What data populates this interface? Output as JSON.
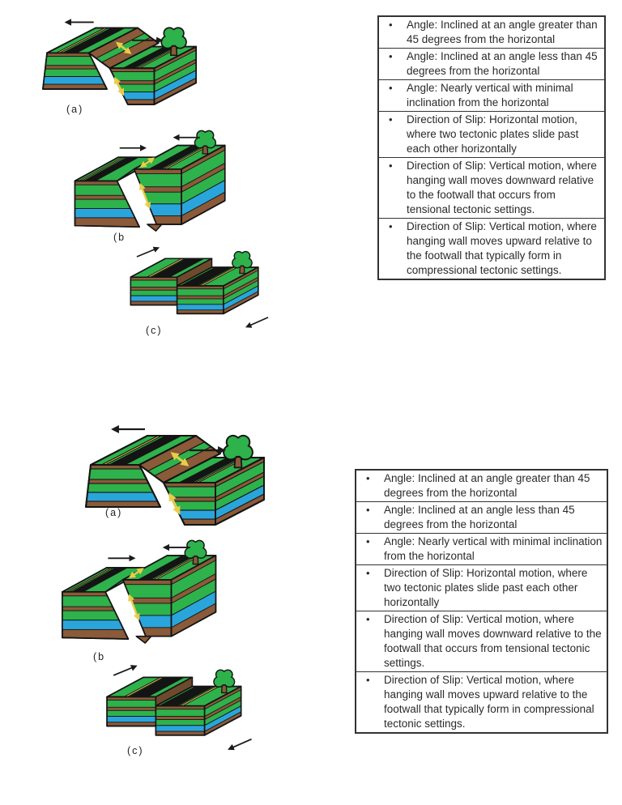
{
  "ui": {
    "bullet": "•"
  },
  "palette": {
    "green": "#2eb24b",
    "blue": "#2aa5dc",
    "brown": "#8a5a39",
    "dark_brown": "#6e4a2d",
    "black_layer": "#141414",
    "yellow_stripe": "#d8b84a",
    "arrow_yellow": "#e8cd4a",
    "arrow_black": "#1a1a1a",
    "table_border": "#333333",
    "text": "#2a2a2a",
    "background": "#ffffff"
  },
  "sections": [
    {
      "id": "top-figure",
      "diagrams": [
        {
          "label": "(a)",
          "name": "normal-fault-block-diagram"
        },
        {
          "label": "(b",
          "name": "reverse-fault-block-diagram"
        },
        {
          "label": "(c)",
          "name": "strike-slip-fault-block-diagram"
        }
      ],
      "table": {
        "rows": [
          "Angle: Inclined at an angle greater than 45 degrees from the horizontal",
          "Angle: Inclined at an angle less than 45 degrees from the horizontal",
          "Angle: Nearly vertical with minimal inclination from the horizontal",
          "Direction of Slip: Horizontal motion, where two tectonic plates slide past each other horizontally",
          "Direction of Slip: Vertical motion, where hanging wall moves downward relative to the footwall that occurs from tensional tectonic settings.",
          "Direction of Slip: Vertical motion, where hanging wall moves upward relative to the footwall that typically form in compressional tectonic settings."
        ]
      }
    },
    {
      "id": "bottom-figure",
      "diagrams": [
        {
          "label": "(a)",
          "name": "normal-fault-block-diagram"
        },
        {
          "label": "(b",
          "name": "reverse-fault-block-diagram"
        },
        {
          "label": "(c)",
          "name": "strike-slip-fault-block-diagram"
        }
      ],
      "table": {
        "rows": [
          "Angle: Inclined at an angle greater than 45 degrees from the horizontal",
          "Angle: Inclined at an angle less than 45 degrees from the horizontal",
          "Angle: Nearly vertical with minimal inclination from the horizontal",
          "Direction of Slip: Horizontal motion, where two tectonic plates slide past each other horizontally",
          "Direction of Slip: Vertical motion, where hanging wall moves downward relative to the footwall that occurs from tensional tectonic settings.",
          "Direction of Slip: Vertical motion, where hanging wall moves upward relative to the footwall that typically form in compressional tectonic settings."
        ]
      }
    }
  ]
}
